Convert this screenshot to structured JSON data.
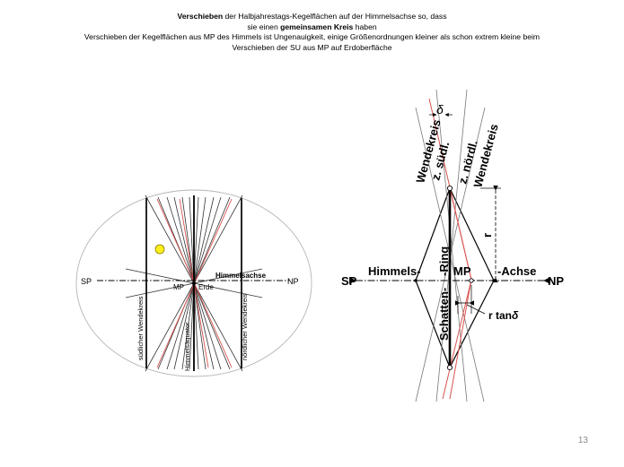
{
  "title": {
    "line1_bold": "Verschieben",
    "line1_rest": " der Halbjahrestags-Kegelflächen auf der Himmelsachse so, dass",
    "line2_pre": "sie einen ",
    "line2_bold": "gemeinsamen Kreis",
    "line2_post": " haben",
    "line3": "Verschieben  der Kegelflächen aus MP des Himmels ist Ungenauigkeit,  einige Größenordnungen kleiner  als schon extrem kleine beim",
    "line4": "Verschieben der SU aus MP  auf Erdoberfläche"
  },
  "left_diagram": {
    "sp": "SP",
    "np": "NP",
    "mp": "MP",
    "erde": "Erde",
    "himmelsachse": "Himmelsachse",
    "suedlicher_wendekreis": "südlicher Wendekreis",
    "himmelsaequator": "Himmelsäquator",
    "noerdlicher_wendekreis": "nördlicher Wendekreis",
    "colors": {
      "sun": "#ffef1a",
      "red_lines": "#d9534f",
      "circle": "#b5b5b5"
    }
  },
  "right_diagram": {
    "sp": "SP",
    "np": "NP",
    "mp": "MP",
    "himmels": "Himmels-",
    "achse": "-Achse",
    "ring": "-Ring",
    "schatten": "Schatten-",
    "wendekreis_left_1": "Wendekreis",
    "wendekreis_left_2": "z. südl.",
    "wendekreis_right_1": "z. nördl.",
    "wendekreis_right_2": "Wendekreis",
    "delta": "δ",
    "r": "r",
    "r_tan": "r tan",
    "r_tan_delta": "δ"
  },
  "page_number": "13"
}
